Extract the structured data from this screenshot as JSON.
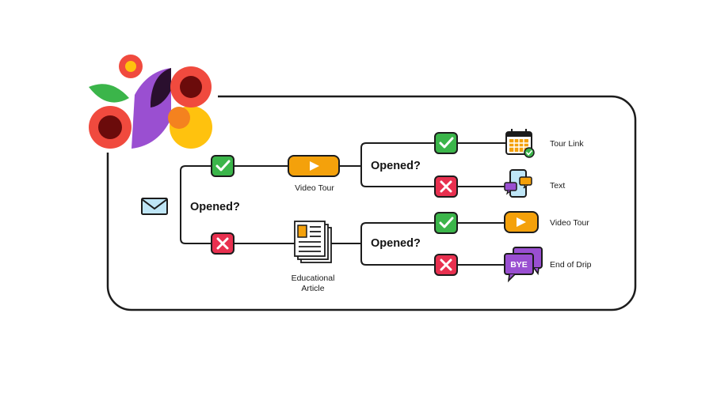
{
  "flow": {
    "q1": "Opened?",
    "q2": "Opened?",
    "q3": "Opened?",
    "video_tour_mid": "Video Tour",
    "edu_line1": "Educational",
    "edu_line2": "Article",
    "out_tour_link": "Tour Link",
    "out_text": "Text",
    "out_video_tour": "Video Tour",
    "out_end_of_drip": "End of Drip",
    "bye": "BYE"
  },
  "colors": {
    "yes": "#3bb54a",
    "no": "#e8304f",
    "play": "#f4a10b",
    "bye": "#9a4fd1",
    "stroke": "#1c1c1c"
  },
  "icons": [
    "envelope-icon",
    "check-icon",
    "cross-icon",
    "play-icon",
    "newspaper-icon",
    "calendar-icon",
    "phone-chat-icon",
    "bye-bubble-icon",
    "brand-logo"
  ]
}
